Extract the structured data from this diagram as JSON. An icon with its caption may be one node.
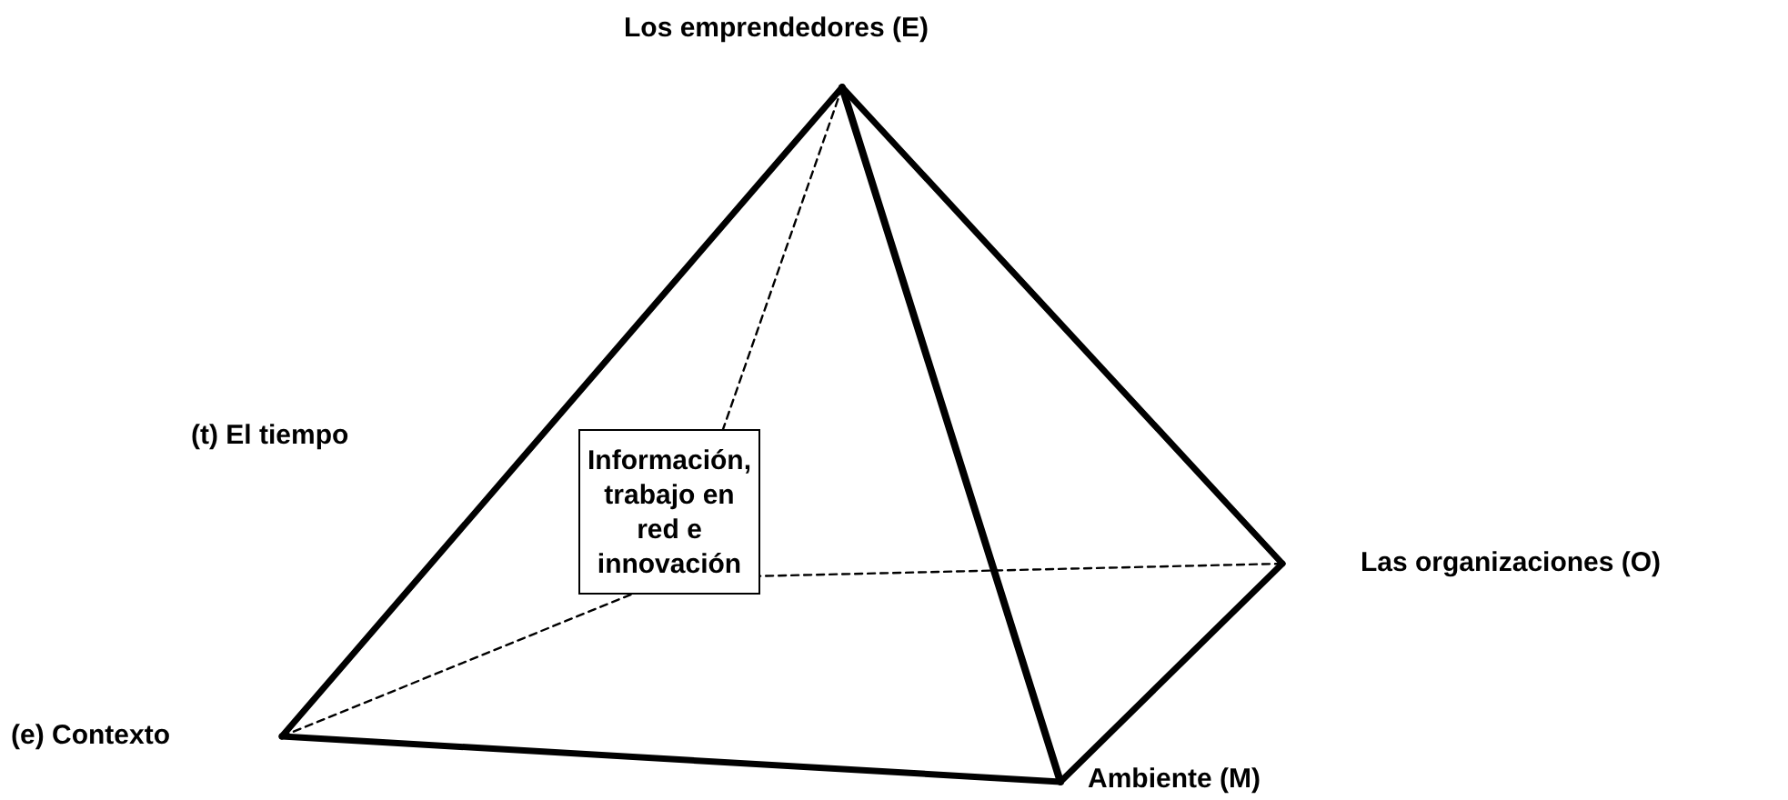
{
  "diagram": {
    "nodes": [
      {
        "text": [
          "Información, trabajo en red e innovación"
        ]
      }
    ],
    "labels": [
      "Los emprendedores (E)",
      "(t) El tiempo",
      "Las organizaciones (O)",
      "(e) Contexto",
      "Ambiente (M)"
    ]
  }
}
